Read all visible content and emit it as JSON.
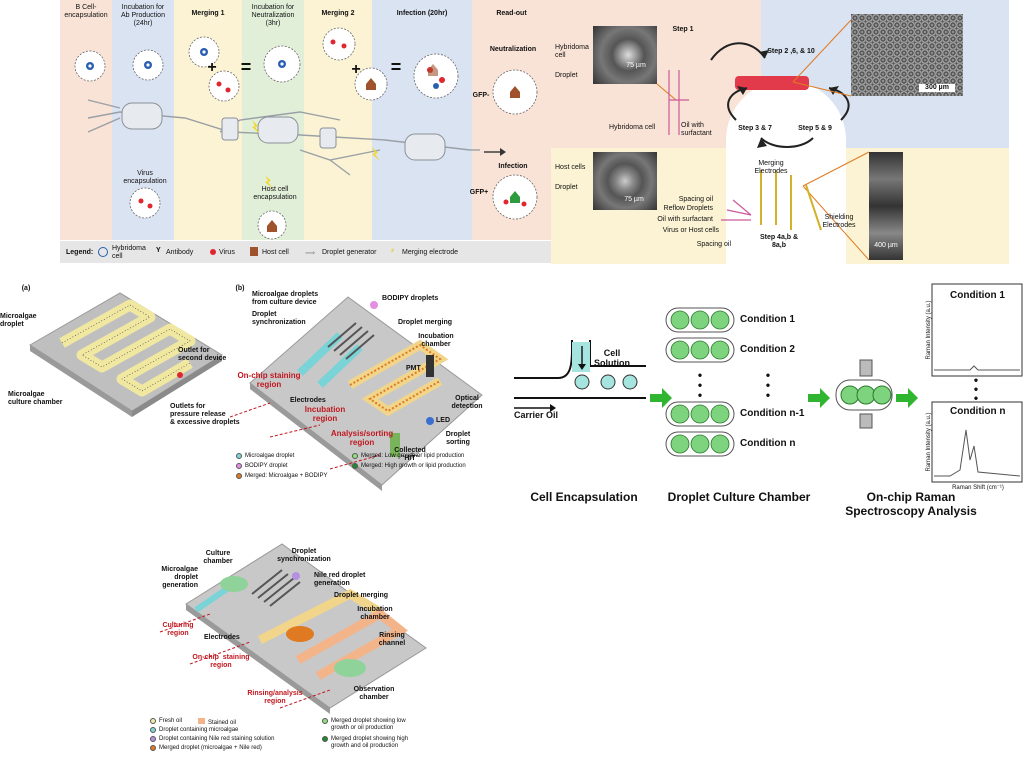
{
  "top_left": {
    "columns": [
      {
        "label": "B Cell-\nencapsulation",
        "color": "#f9e3d6"
      },
      {
        "label": "Incubation for\nAb Production\n(24hr)",
        "color": "#d9e3f1"
      },
      {
        "label": "Merging 1",
        "color": "#fbf3d3"
      },
      {
        "label": "Incubation for\nNeutralization\n(3hr)",
        "color": "#e1efd9"
      },
      {
        "label": "Merging 2",
        "color": "#fbf3d3"
      },
      {
        "label": "Infection (20hr)",
        "color": "#d9e3f1"
      },
      {
        "label": "Read-out",
        "color": "#f9e3d6"
      }
    ],
    "virus_encapsulation": "Virus\nencapsulation",
    "host_cell_encapsulation": "Host cell\nencapsulation",
    "neutralization": "Neutralization",
    "gfp_minus": "GFP-",
    "infection": "Infection",
    "gfp_plus": "GFP+",
    "legend": {
      "title": "Legend:",
      "hybridoma": "Hybridoma\ncell",
      "antibody": "Antibody",
      "virus": "Virus",
      "host_cell": "Host cell",
      "droplet_generator": "Droplet generator",
      "merging_electrode": "Merging electrode"
    },
    "plus": "+",
    "equals": "="
  },
  "top_right": {
    "step1": "Step 1",
    "hybridoma_cell": "Hybridoma\ncell",
    "droplet": "Droplet",
    "scale_75": "75 µm",
    "hybridoma_cell2": "Hybridoma cell",
    "oil_surfactant": "Oil with\nsurfactant",
    "step_2_6_10": "Step 2 ,6, & 10",
    "scale_300": "300 µm",
    "step_3_7": "Step 3 & 7",
    "step_5_9": "Step 5 & 9",
    "host_cells": "Host cells",
    "droplet2": "Droplet",
    "scale_75b": "75 µm",
    "spacing_oil": "Spacing oil",
    "reflow": "Reflow Droplets",
    "oil_surfactant2": "Oil with surfactant",
    "virus_host": "Virus or Host cells",
    "spacing_oil2": "Spacing oil",
    "merging_electrodes": "Merging\nElectrodes",
    "shielding_electrodes": "Shielding\nElectrodes",
    "step_4ab": "Step 4a,b &\n8a,b",
    "scale_400": "400 µm"
  },
  "panel_a": {
    "tag": "(a)",
    "microalgae_droplet": "Microalgae\ndroplet",
    "outlet_second": "Outlet for\nsecond device",
    "culture_chamber": "Microalgae\nculture chamber",
    "outlets_pressure": "Outlets for\npressure release\n& excessive droplets"
  },
  "panel_b": {
    "tag": "(b)",
    "from_culture": "Microalgae droplets\nfrom culture device",
    "bodipy_droplets": "BODIPY droplets",
    "sync": "Droplet\nsynchronization",
    "merging": "Droplet merging",
    "incubation_chamber": "Incubation\nchamber",
    "staining_region": "On-chip staining\nregion",
    "pmt": "PMT",
    "electrodes": "Electrodes",
    "optical": "Optical\ndetection",
    "incubation_region": "Incubation\nregion",
    "led": "LED",
    "analysis_region": "Analysis/sorting\nregion",
    "droplet_sorting": "Droplet\nsorting",
    "collected": "Collected\n\"HIT\"",
    "legend": [
      {
        "text": "Microalgae droplet",
        "color": "#7fd3d6"
      },
      {
        "text": "BODIPY droplet",
        "color": "#e58fe0"
      },
      {
        "text": "Merged: Microalgae + BODIPY",
        "color": "#e07a22"
      },
      {
        "text": "Merged: Low growth or lipid production",
        "color": "#8ee07a"
      },
      {
        "text": "Merged: High growth or lipid production",
        "color": "#1e8b2a"
      }
    ]
  },
  "raman": {
    "cell_solution": "Cell\nSolution",
    "carrier_oil": "Carrier Oil",
    "conditions": [
      "Condition 1",
      "Condition 2",
      "Condition n-1",
      "Condition n"
    ],
    "stage_labels": [
      "Cell Encapsulation",
      "Droplet Culture Chamber",
      "On-chip Raman\nSpectroscopy Analysis"
    ],
    "plot_y": "Raman Intensity (a.u.)",
    "plot_x": "Raman Shift (cm⁻¹)",
    "dots": "•\n•\n•"
  },
  "panel_c": {
    "culture_chamber": "Culture\nchamber",
    "sync": "Droplet\nsynchronization",
    "gen": "Microalgae\ndroplet\ngeneration",
    "nile_gen": "Nile red droplet\ngeneration",
    "merging": "Droplet merging",
    "incubation": "Incubation\nchamber",
    "culturing_region": "Culturing\nregion",
    "electrodes": "Electrodes",
    "rinsing_channel": "Rinsing\nchannel",
    "staining_region": "On-chip  staining\nregion",
    "observation": "Observation\nchamber",
    "rinsing_region": "Rinsing/analysis\nregion",
    "legend_left": [
      {
        "text": "Fresh oil",
        "color": "#f4e8a6"
      },
      {
        "text": "Droplet containing microalgae",
        "color": "#7fd3d6"
      },
      {
        "text": "Droplet containing Nile red staining solution",
        "color": "#b78fe0"
      },
      {
        "text": "Merged droplet (microalgae + Nile red)",
        "color": "#e07a22"
      }
    ],
    "legend_stained": {
      "text": "Stained oil",
      "color": "#f4b48a"
    },
    "legend_right": [
      {
        "text": "Merged droplet showing low\ngrowth or oil production",
        "color": "#8ee07a"
      },
      {
        "text": "Merged droplet showing high\ngrowth and oil production",
        "color": "#1e8b2a"
      }
    ]
  }
}
